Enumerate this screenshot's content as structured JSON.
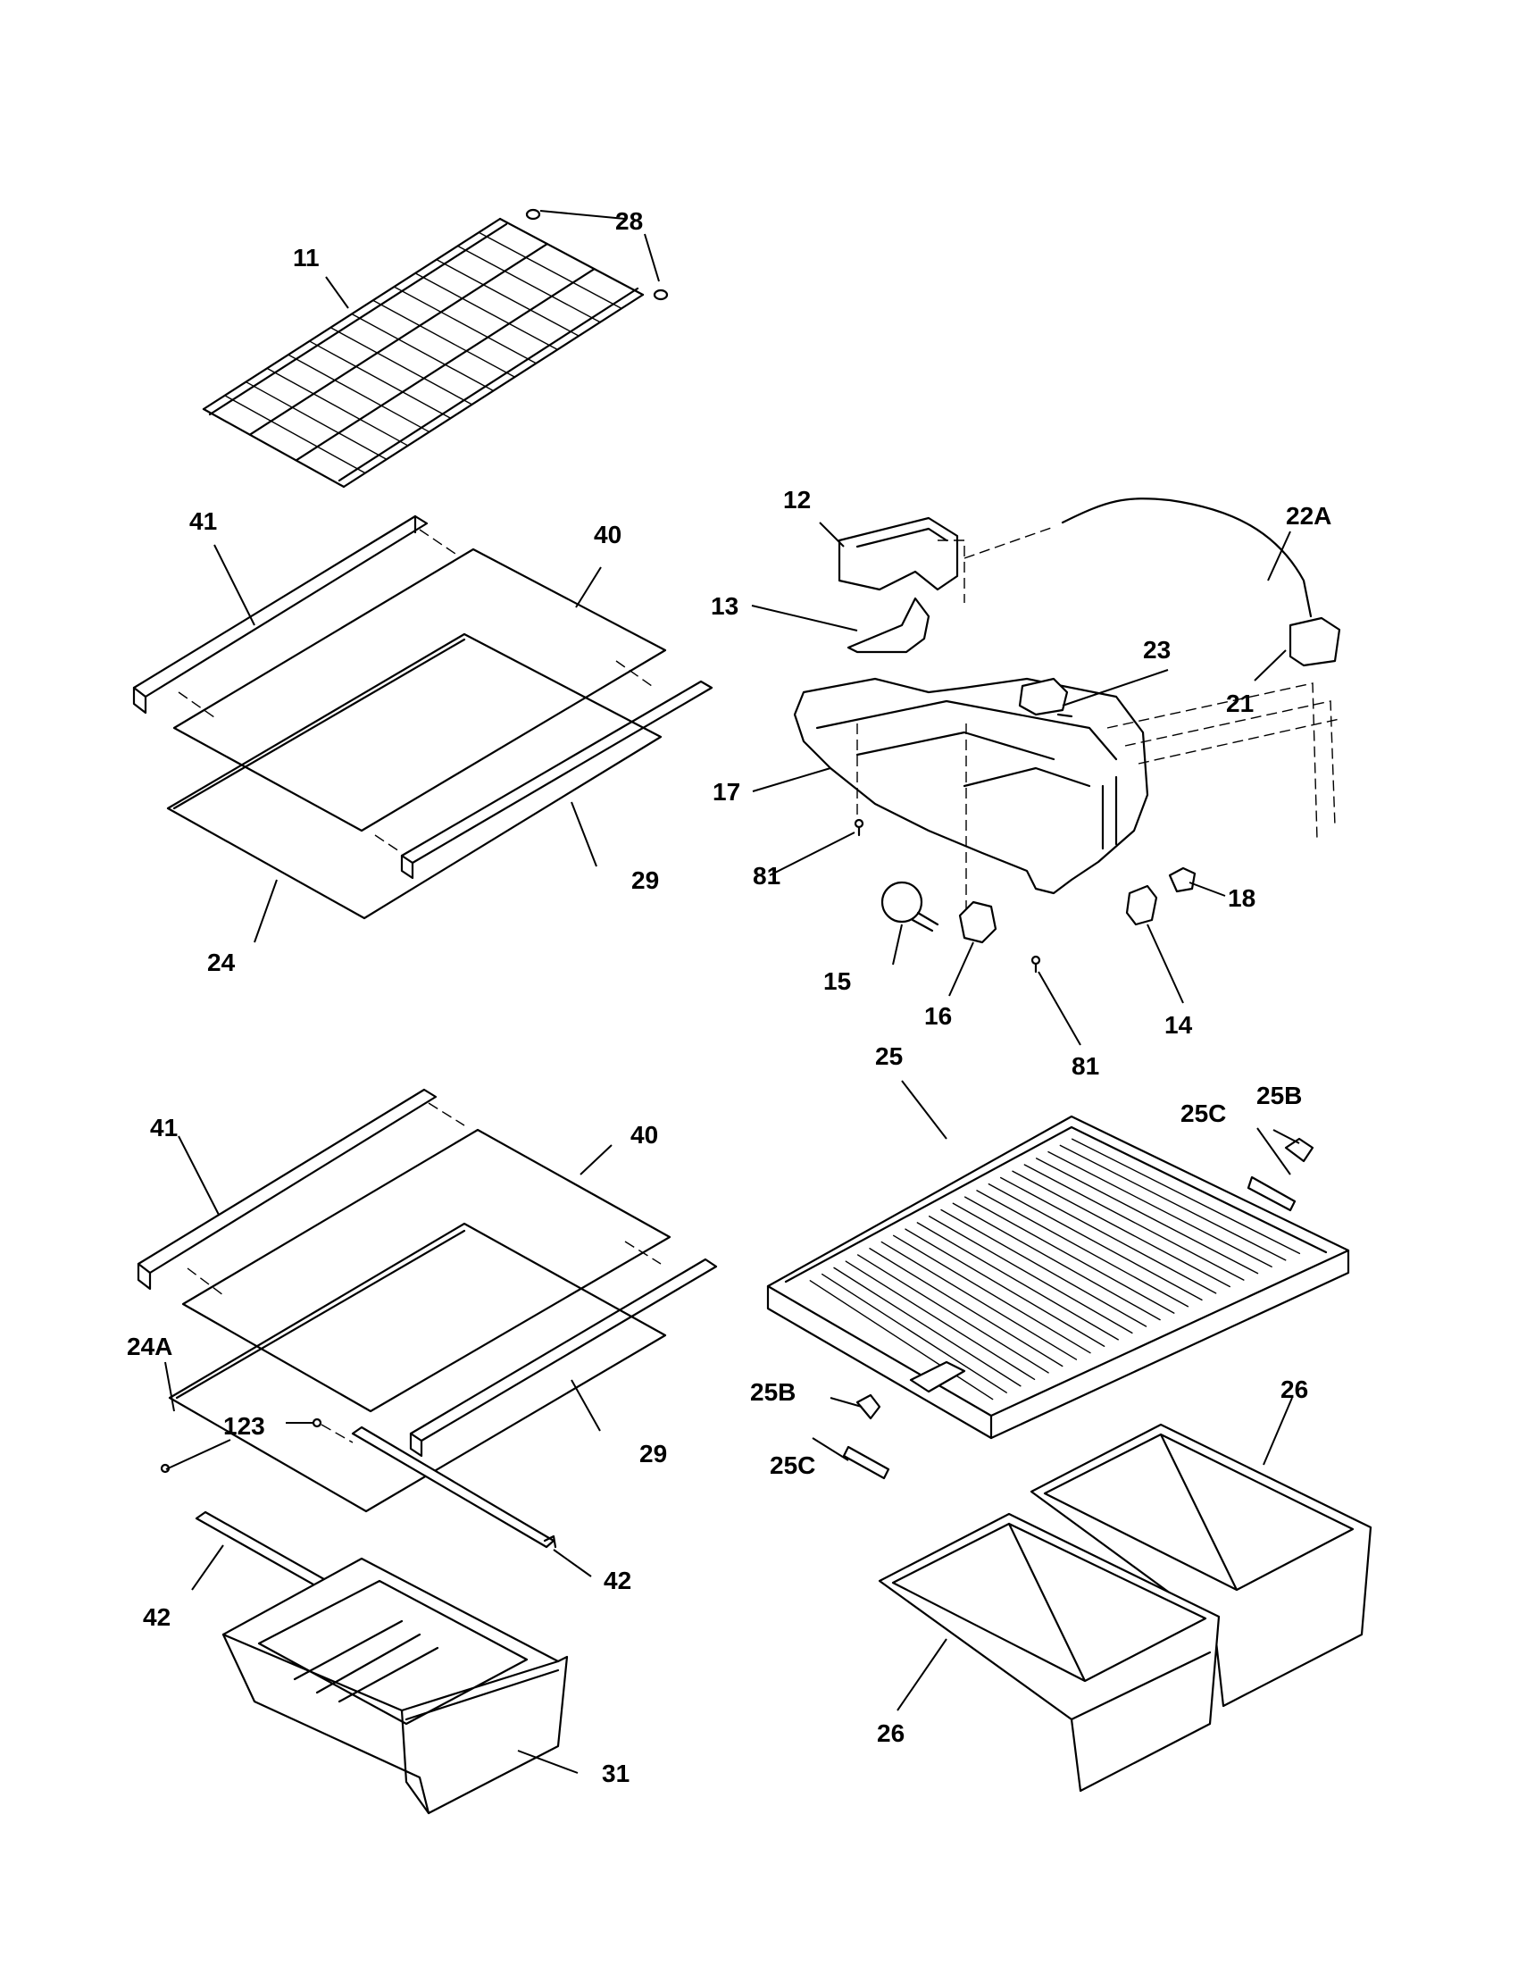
{
  "callouts": {
    "c11": "11",
    "c28": "28",
    "c41a": "41",
    "c40a": "40",
    "c29a": "29",
    "c24": "24",
    "c12": "12",
    "c22A": "22A",
    "c13": "13",
    "c23": "23",
    "c21": "21",
    "c17": "17",
    "c81a": "81",
    "c18": "18",
    "c15": "15",
    "c16": "16",
    "c81b": "81",
    "c14": "14",
    "c41b": "41",
    "c40b": "40",
    "c24A": "24A",
    "c123": "123",
    "c29b": "29",
    "c42a": "42",
    "c42b": "42",
    "c31": "31",
    "c25": "25",
    "c25B_top": "25B",
    "c25C_top": "25C",
    "c25B_bot": "25B",
    "c25C_bot": "25C",
    "c26a": "26",
    "c26b": "26"
  }
}
